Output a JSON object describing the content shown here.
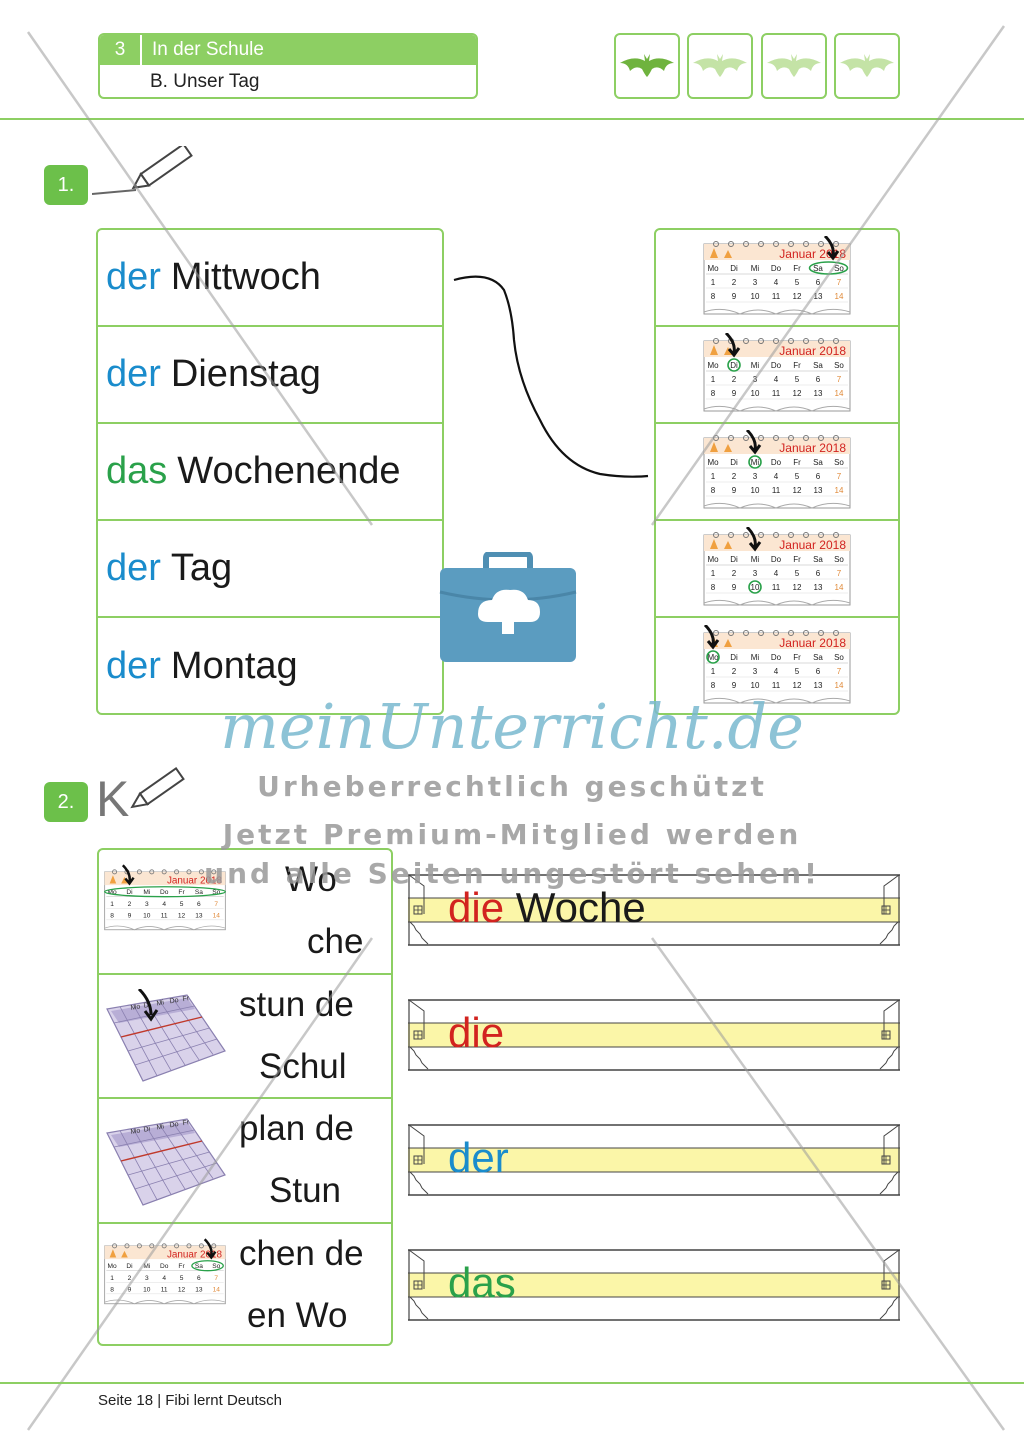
{
  "header": {
    "number": "3",
    "title": "In der Schule",
    "subtitle": "B. Unser Tag"
  },
  "task1": {
    "badge": "1.",
    "words": [
      {
        "article": "der",
        "noun": "Mittwoch",
        "color": "#1a8ccc"
      },
      {
        "article": "der",
        "noun": "Dienstag",
        "color": "#1a8ccc"
      },
      {
        "article": "das",
        "noun": "Wochenende",
        "color": "#2aa14a"
      },
      {
        "article": "der",
        "noun": "Tag",
        "color": "#1a8ccc"
      },
      {
        "article": "der",
        "noun": "Montag",
        "color": "#1a8ccc"
      }
    ],
    "calendar": {
      "title": "Januar 2018",
      "days": [
        "Mo",
        "Di",
        "Mi",
        "Do",
        "Fr",
        "Sa",
        "So"
      ],
      "row1": [
        "1",
        "2",
        "3",
        "4",
        "5",
        "6",
        "7"
      ],
      "row2": [
        "8",
        "9",
        "10",
        "11",
        "12",
        "13",
        "14"
      ]
    }
  },
  "task2": {
    "badge": "2.",
    "badge_letter": "K",
    "rows": [
      {
        "line1": "Wo",
        "line2": "che"
      },
      {
        "line1": "stun  de",
        "line2": "Schul"
      },
      {
        "line1": "plan  de",
        "line2": "Stun"
      },
      {
        "line1": "chen de",
        "line2": "en  Wo"
      }
    ],
    "timetable_days": [
      "Mo",
      "Di",
      "Mi",
      "Do",
      "Fr"
    ],
    "answers": [
      {
        "article": "die",
        "word": "Woche"
      },
      {
        "article": "die",
        "word": ""
      },
      {
        "article": "der",
        "word": ""
      },
      {
        "article": "das",
        "word": ""
      }
    ]
  },
  "watermark": {
    "brand": "meinUnterricht.de",
    "line1": "Urheberrechtlich geschützt",
    "line2": "Jetzt Premium-Mitglied werden",
    "line3": "und alle Seiten ungestört sehen!"
  },
  "footer": {
    "text": "Seite 18  |  Fibi lernt Deutsch"
  },
  "colors": {
    "accent_green": "#8dcf63",
    "badge_green": "#6cc04a",
    "article_blue": "#1a8ccc",
    "article_green": "#2aa14a",
    "article_red": "#d2231f",
    "writing_band": "#fbf6a8"
  }
}
